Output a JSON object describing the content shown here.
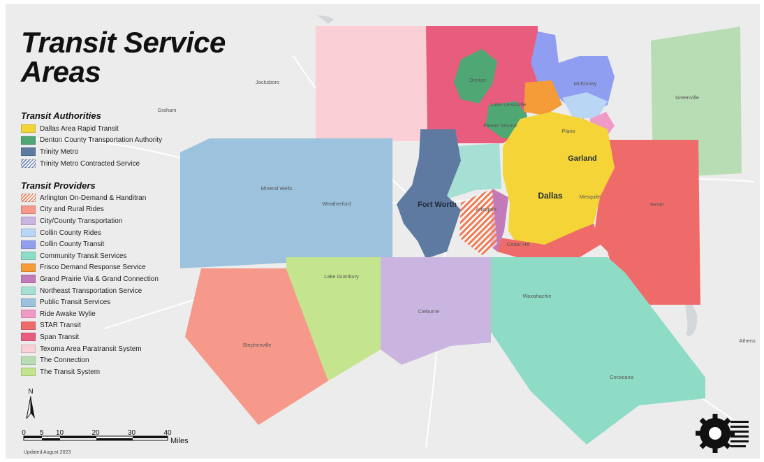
{
  "title": {
    "line1": "Transit Service",
    "line2": "Areas"
  },
  "legend": {
    "authorities_heading": "Transit Authorities",
    "authorities": [
      {
        "label": "Dallas Area Rapid Transit",
        "color": "#f5d437"
      },
      {
        "label": "Denton County Transportation Authority",
        "color": "#4fa874"
      },
      {
        "label": "Trinity Metro",
        "color": "#5f7aa0"
      },
      {
        "label": "Trinity Metro Contracted Service",
        "color": "#6f84b5",
        "pattern": "hatch-blue"
      }
    ],
    "providers_heading": "Transit Providers",
    "providers": [
      {
        "label": "Arlington On-Demand & Handitran",
        "color": "#f07a52",
        "pattern": "hatch-orange"
      },
      {
        "label": "City and Rural Rides",
        "color": "#f6998a"
      },
      {
        "label": "City/County Transportation",
        "color": "#c9b5e0"
      },
      {
        "label": "Collin County Rides",
        "color": "#b9d6f5"
      },
      {
        "label": "Collin County Transit",
        "color": "#8f9ef0"
      },
      {
        "label": "Community Transit Services",
        "color": "#8edcc6"
      },
      {
        "label": "Frisco Demand Response Service",
        "color": "#f59b38"
      },
      {
        "label": "Grand Prairie Via & Grand Connection",
        "color": "#c37ab8"
      },
      {
        "label": "Northeast Transportation Service",
        "color": "#a6e0d4"
      },
      {
        "label": "Public Transit Services",
        "color": "#9cc2dd"
      },
      {
        "label": "Ride Awake Wylie",
        "color": "#f09ac8"
      },
      {
        "label": "STAR Transit",
        "color": "#ef6b69"
      },
      {
        "label": "Span Transit",
        "color": "#e85c7d"
      },
      {
        "label": "Texoma Area Paratransit System",
        "color": "#fad0d6"
      },
      {
        "label": "The Connection",
        "color": "#b8dcb4"
      },
      {
        "label": "The Transit System",
        "color": "#c4e48e"
      }
    ]
  },
  "places": {
    "jacksboro": "Jacksboro",
    "graham": "Graham",
    "mineral_wells": "Mineral Wells",
    "weatherford": "Weatherford",
    "fort_worth": "Fort Worth",
    "arlington": "Arlington",
    "dallas": "Dallas",
    "garland": "Garland",
    "plano": "Plano",
    "mesquite": "Mesquite",
    "cedar_hill": "Cedar Hill",
    "denton": "Denton",
    "lewisville": "Lake Lewisville",
    "flower_mound": "Flower Mound",
    "mckinney": "McKinney",
    "greenville": "Greenville",
    "terrell": "Terrell",
    "waxahachie": "Waxahachie",
    "cleburne": "Cleburne",
    "granbury": "Lake Granbury",
    "stephenville": "Stephenville",
    "corsicana": "Corsicana",
    "athens": "Athens"
  },
  "scale": {
    "ticks": [
      "0",
      "5",
      "10",
      "20",
      "30",
      "40"
    ],
    "unit": "Miles"
  },
  "north": "N",
  "updated": "Updated August 2023"
}
